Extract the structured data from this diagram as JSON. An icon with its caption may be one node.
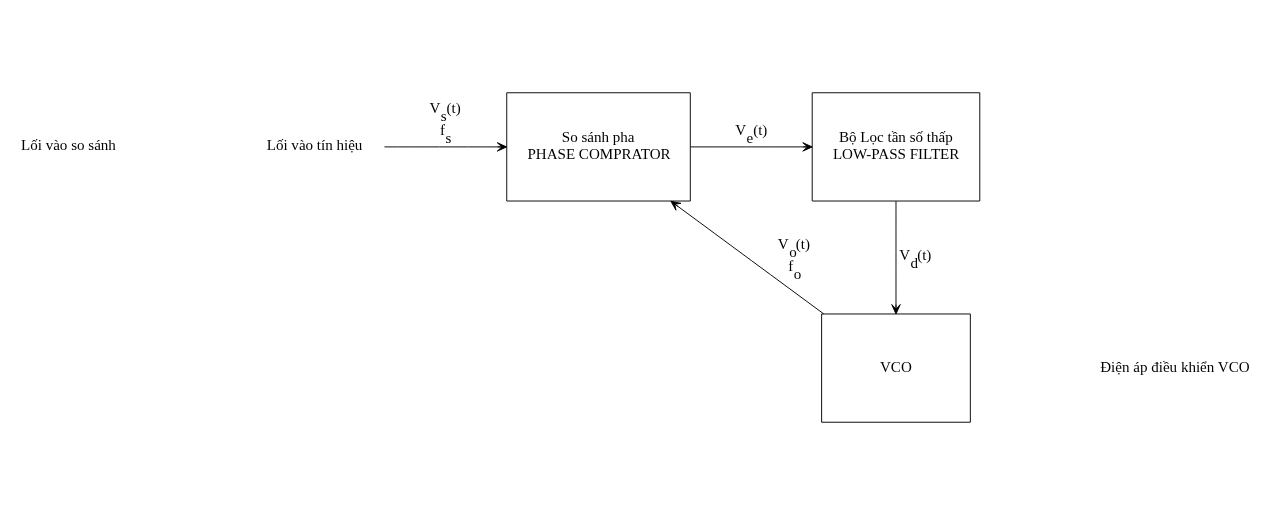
{
  "diagram": {
    "nodes": [
      {
        "text": [
          "Lối vào tín hiệu"
        ]
      },
      {
        "text": [
          "So sánh pha",
          "PHASE COMPRATOR"
        ]
      },
      {
        "text": [
          "Bộ Lọc tần số thấp",
          "LOW-PASS FILTER"
        ]
      },
      {
        "text": [
          "VCO"
        ]
      }
    ],
    "edges": [
      {
        "from": 0,
        "to": 1,
        "arrow": "to",
        "label": "V$_{s}$(t) f$_{s}$"
      },
      {
        "from": 1,
        "to": 2,
        "arrow": "to",
        "label": "V$_{e}$(t)"
      },
      {
        "from": 2,
        "to": 3,
        "arrow": "to",
        "label": "V$_{d}$(t)"
      },
      {
        "from": 3,
        "to": 1,
        "arrow": "to",
        "label": "V$_{o}$(t) f$_{o}$"
      }
    ],
    "labels": [
      "Lối vào so sánh",
      "Điện áp điều khiển VCO"
    ]
  }
}
